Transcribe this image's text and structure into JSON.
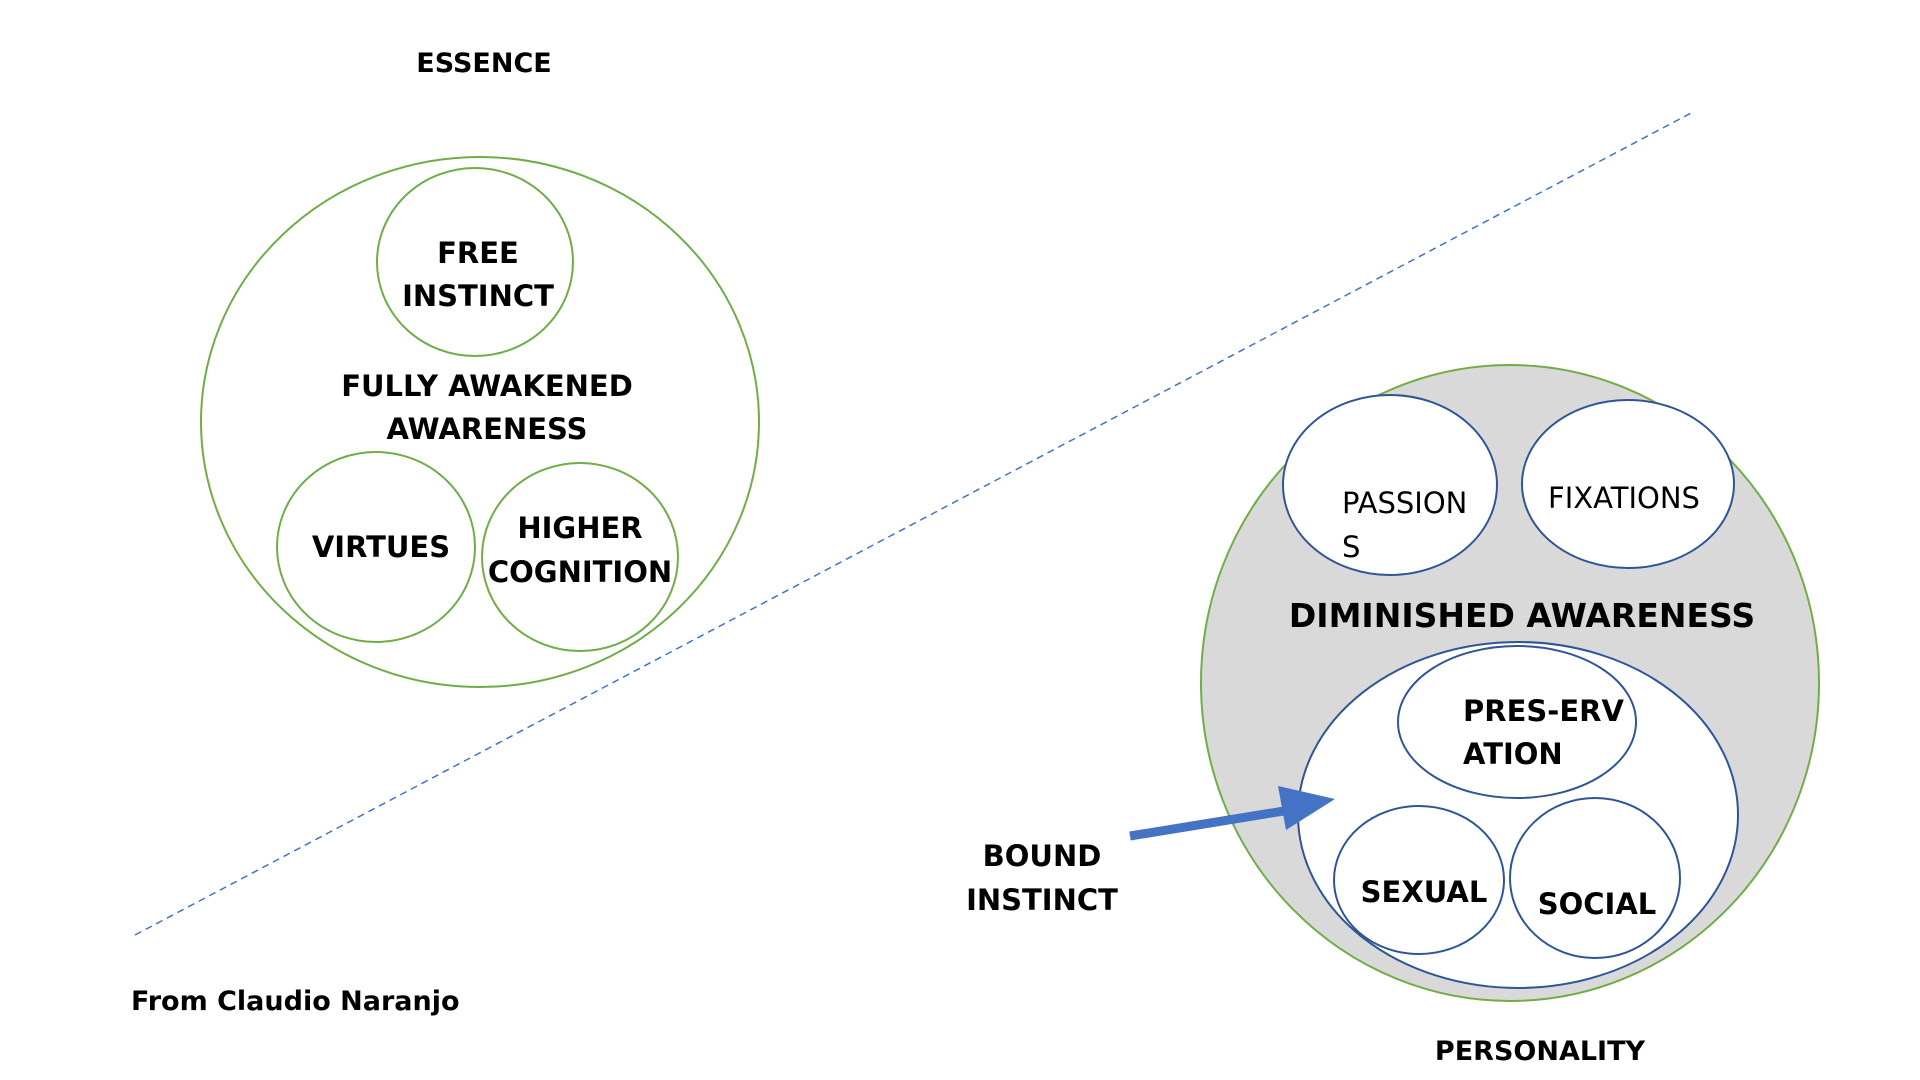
{
  "title": "ESSENCE",
  "bottom_title": "PERSONALITY",
  "credit": "From Claudio Naranjo",
  "colors": {
    "essence_outline": "#70ad47",
    "personality_outline": "#70ad47",
    "personality_fill": "#d9d9d9",
    "inner_outline": "#2f5597",
    "arrow": "#4472c4",
    "divider": "#4472c4"
  },
  "essence": {
    "center_label": [
      "FULLY AWAKENED",
      "AWARENESS"
    ],
    "circles": [
      {
        "id": "free-instinct",
        "lines": [
          "FREE",
          "INSTINCT"
        ]
      },
      {
        "id": "virtues",
        "lines": [
          "VIRTUES"
        ]
      },
      {
        "id": "higher-cognition",
        "lines": [
          "HIGHER",
          "COGNITION"
        ]
      }
    ]
  },
  "personality": {
    "center_label": "DIMINISHED AWARENESS",
    "top_circles": [
      {
        "id": "passions",
        "lines": [
          "PASSION",
          "S"
        ]
      },
      {
        "id": "fixations",
        "lines": [
          "FIXATIONS"
        ]
      }
    ],
    "instincts": [
      {
        "id": "preservation",
        "lines": [
          "PRES-ERV",
          "ATION"
        ]
      },
      {
        "id": "sexual",
        "lines": [
          "SEXUAL"
        ]
      },
      {
        "id": "social",
        "lines": [
          "SOCIAL"
        ]
      }
    ]
  },
  "arrow_label": [
    "BOUND",
    "INSTINCT"
  ]
}
